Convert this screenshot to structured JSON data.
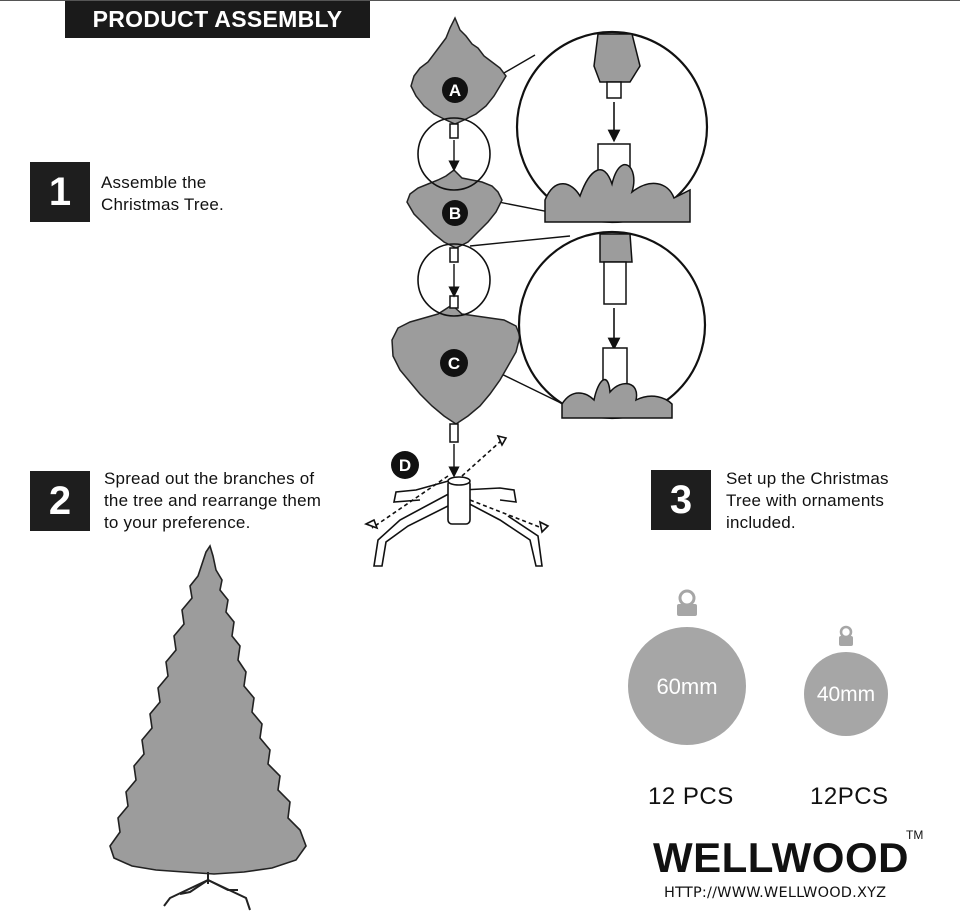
{
  "banner": {
    "title": "PRODUCT ASSEMBLY"
  },
  "steps": [
    {
      "number": "1",
      "lines": [
        "Assemble the",
        "Christmas Tree."
      ]
    },
    {
      "number": "2",
      "lines": [
        "Spread out the branches of",
        "the tree and rearrange them",
        "to your preference."
      ]
    },
    {
      "number": "3",
      "lines": [
        "Set up the Christmas",
        "Tree with ornaments",
        "included."
      ]
    }
  ],
  "parts": {
    "a": "A",
    "b": "B",
    "c": "C",
    "d": "D"
  },
  "ornaments": [
    {
      "size": "60mm",
      "count": "12 PCS"
    },
    {
      "size": "40mm",
      "count": "12PCS"
    }
  ],
  "brand": {
    "name": "WELLWOOD",
    "trademark": "TM",
    "url": "HTTP://WWW.WELLWOOD.XYZ"
  },
  "colors": {
    "fill": "#9c9c9c",
    "ornament": "#a6a6a6",
    "dark": "#1e1e1e"
  }
}
